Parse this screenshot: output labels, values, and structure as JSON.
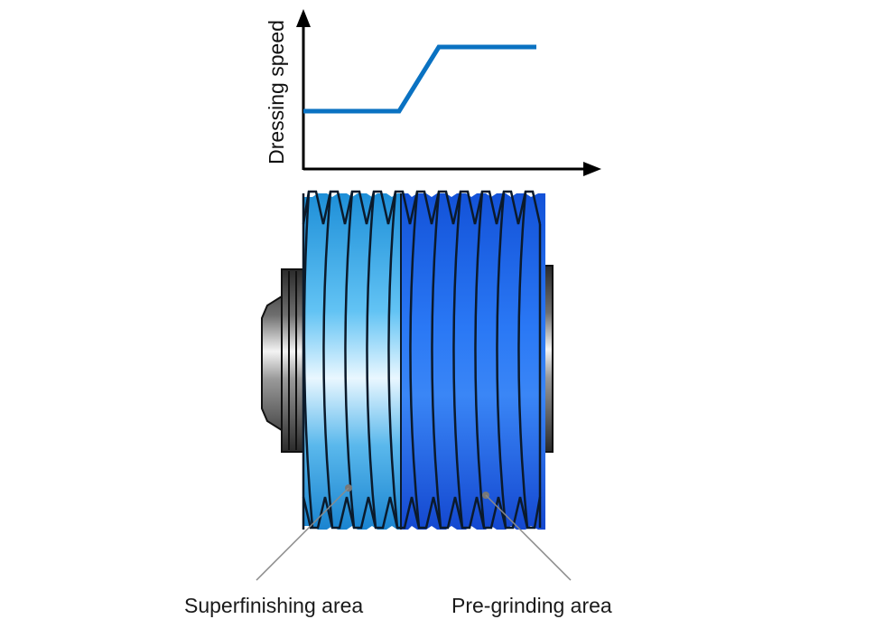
{
  "graph": {
    "y_axis_label": "Dressing speed",
    "line_color": "#0a72c2"
  },
  "labels": {
    "superfinishing": "Superfinishing area",
    "pregrinding": "Pre-grinding area"
  },
  "colors": {
    "superfinishing_zone": "#3aa8f0",
    "pregrinding_zone": "#1f5cf0",
    "shaft": "#444444",
    "leader": "#8a8a8a"
  }
}
